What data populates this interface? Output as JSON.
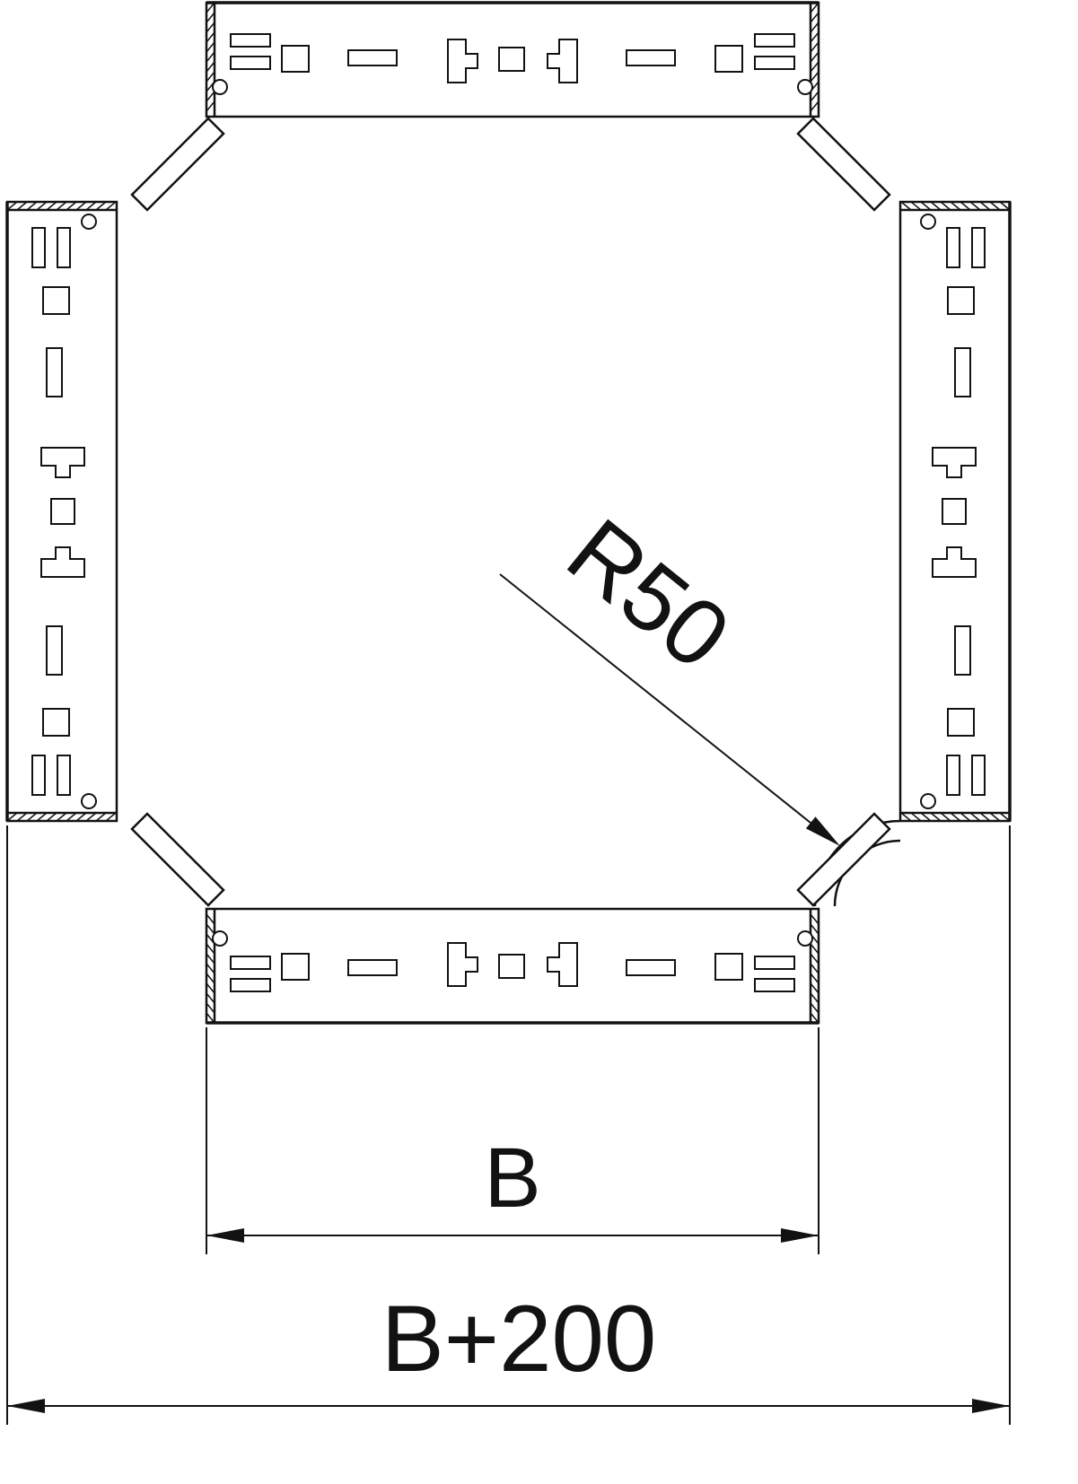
{
  "labels": {
    "radius": "R50",
    "width_b": "B",
    "width_total": "B+200"
  },
  "colors": {
    "line": "#121212",
    "background": "#ffffff"
  }
}
